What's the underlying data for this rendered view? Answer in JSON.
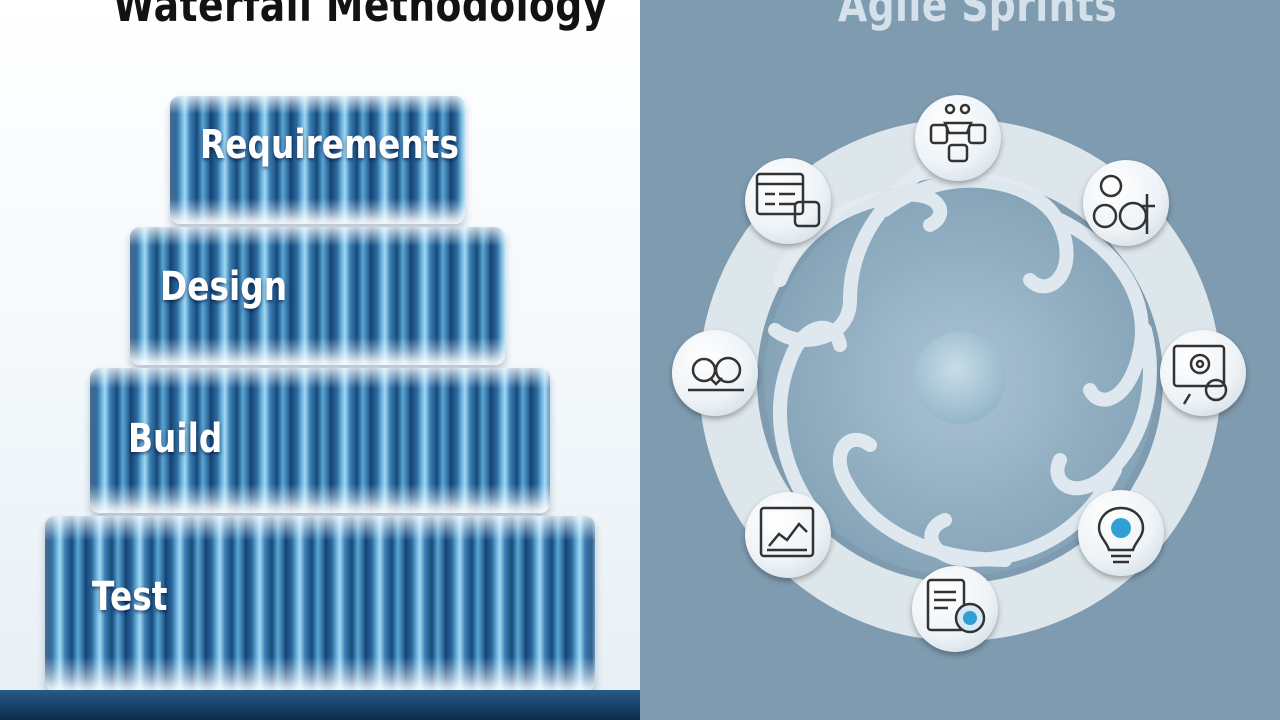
{
  "waterfall": {
    "title": "Waterfall Methodology",
    "stages": [
      {
        "label": "Requirements"
      },
      {
        "label": "Design"
      },
      {
        "label": "Build"
      },
      {
        "label": "Test"
      }
    ]
  },
  "agile": {
    "title": "Agile Sprints",
    "icons": [
      "team-icon",
      "people-icon",
      "checklist-icon",
      "collaboration-icon",
      "target-icon",
      "chart-icon",
      "lightbulb-icon",
      "document-icon"
    ]
  },
  "colors": {
    "left_background": "#ffffff",
    "right_background": "#7f9bb0",
    "water_dark": "#123f6e",
    "water_light": "#9fd8f2",
    "ring": "#e8eef2"
  }
}
